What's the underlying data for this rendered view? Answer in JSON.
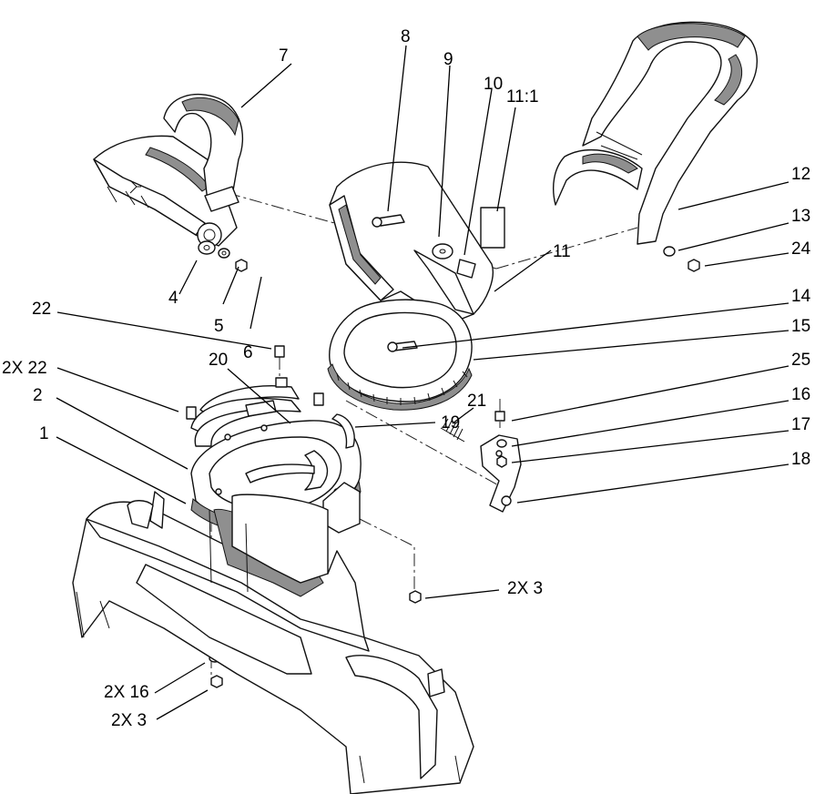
{
  "diagram": {
    "callouts": [
      {
        "id": "c1",
        "text": "1"
      },
      {
        "id": "c2",
        "text": "2"
      },
      {
        "id": "c2x22",
        "text": "2X 22"
      },
      {
        "id": "c22",
        "text": "22"
      },
      {
        "id": "c20",
        "text": "20"
      },
      {
        "id": "c19",
        "text": "19"
      },
      {
        "id": "c21",
        "text": "21"
      },
      {
        "id": "c4",
        "text": "4"
      },
      {
        "id": "c5",
        "text": "5"
      },
      {
        "id": "c6",
        "text": "6"
      },
      {
        "id": "c7",
        "text": "7"
      },
      {
        "id": "c8",
        "text": "8"
      },
      {
        "id": "c9",
        "text": "9"
      },
      {
        "id": "c10",
        "text": "10"
      },
      {
        "id": "c11_1",
        "text": "11:1"
      },
      {
        "id": "c11",
        "text": "11"
      },
      {
        "id": "c12",
        "text": "12"
      },
      {
        "id": "c13",
        "text": "13"
      },
      {
        "id": "c24",
        "text": "24"
      },
      {
        "id": "c14",
        "text": "14"
      },
      {
        "id": "c15",
        "text": "15"
      },
      {
        "id": "c25",
        "text": "25"
      },
      {
        "id": "c16",
        "text": "16"
      },
      {
        "id": "c17",
        "text": "17"
      },
      {
        "id": "c18",
        "text": "18"
      },
      {
        "id": "c2x3a",
        "text": "2X 3"
      },
      {
        "id": "c2x16",
        "text": "2X 16"
      },
      {
        "id": "c2x3b",
        "text": "2X 3"
      }
    ]
  }
}
